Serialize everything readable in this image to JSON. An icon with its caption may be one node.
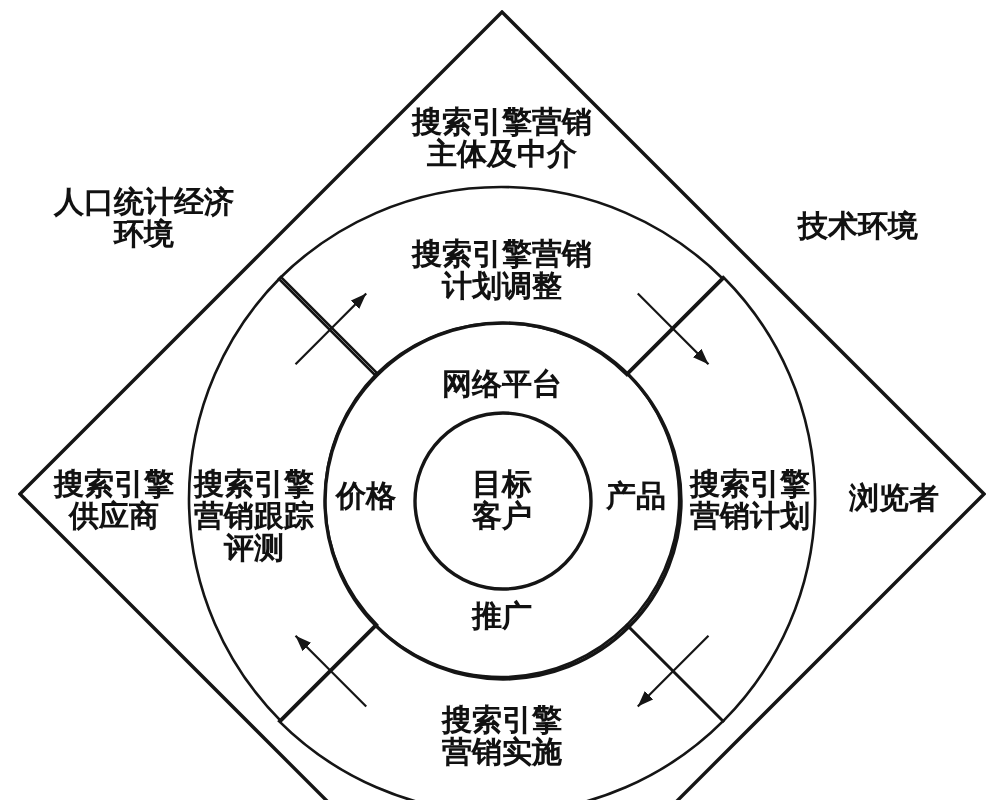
{
  "diagram": {
    "nodes": [
      {
        "text": [
          "搜索引擎营销主体及中介",
          "搜索引擎供应商",
          "浏览者"
        ]
      },
      {
        "text": [
          "搜索引擎营销计划调整"
        ],
        "in": 0
      },
      {
        "text": [
          "搜索引擎营销跟踪评测"
        ],
        "in": 0
      },
      {
        "text": [
          "搜索引擎营销计划"
        ],
        "in": 0
      },
      {
        "text": [
          "搜索引擎营销实施"
        ],
        "in": 0
      },
      {
        "text": [
          "网络平台",
          "价格",
          "产品",
          "推广"
        ],
        "in": 0
      },
      {
        "text": [
          "目标客户"
        ],
        "in": 5
      }
    ],
    "edges": [
      {
        "from": 2,
        "to": 1,
        "arrow": "to"
      },
      {
        "from": 1,
        "to": 3,
        "arrow": "to"
      },
      {
        "from": 3,
        "to": 4,
        "arrow": "to"
      },
      {
        "from": 4,
        "to": 2,
        "arrow": "to"
      }
    ],
    "labels": [
      "人口统计经济环境",
      "技术环境"
    ]
  }
}
